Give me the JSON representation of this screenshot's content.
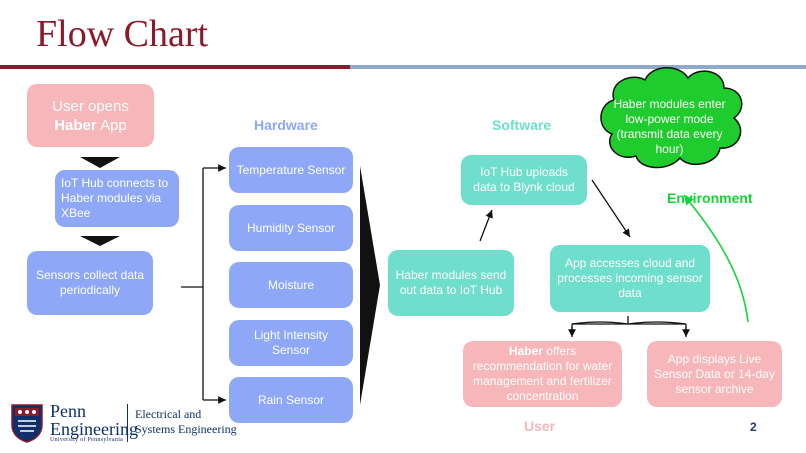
{
  "slide": {
    "title": "Flow Chart",
    "page_number": "2"
  },
  "headers": {
    "hardware": "Hardware",
    "software": "Software",
    "environment": "Environment",
    "user": "User"
  },
  "nodes": {
    "user_opens_prefix": "User opens",
    "user_opens_bold": "Haber",
    "user_opens_suffix": " App",
    "iot_connect": "IoT Hub connects to Haber modules via XBee",
    "sensors_collect": "Sensors collect data periodically",
    "sensors": [
      "Temperature Sensor",
      "Humidity Sensor",
      "Moisture",
      "Light Intensity Sensor",
      "Rain Sensor"
    ],
    "haber_send": "Haber modules send out data to IoT Hub",
    "iot_upload": "IoT Hub uploads data to Blynk cloud",
    "app_access": "App accesses cloud and processes incoming sensor data",
    "haber_offers_bold": "Haber",
    "haber_offers_rest": " offers recommendation for water management and fertilizer concentration",
    "app_displays": "App displays Live Sensor Data or 14-day sensor archive",
    "cloud": "Haber modules enter low-power mode (transmit data every hour)"
  },
  "footer": {
    "penn_line1": "Penn",
    "penn_line2": "Engineering",
    "penn_sub": "University of Pennsylvania",
    "dept_line1": "Electrical and",
    "dept_line2": "Systems Engineering"
  },
  "colors": {
    "title": "#8b1a2a",
    "pink": "#f7b6ba",
    "blue": "#8ea8f7",
    "teal": "#6fdecc",
    "green": "#13d436"
  }
}
